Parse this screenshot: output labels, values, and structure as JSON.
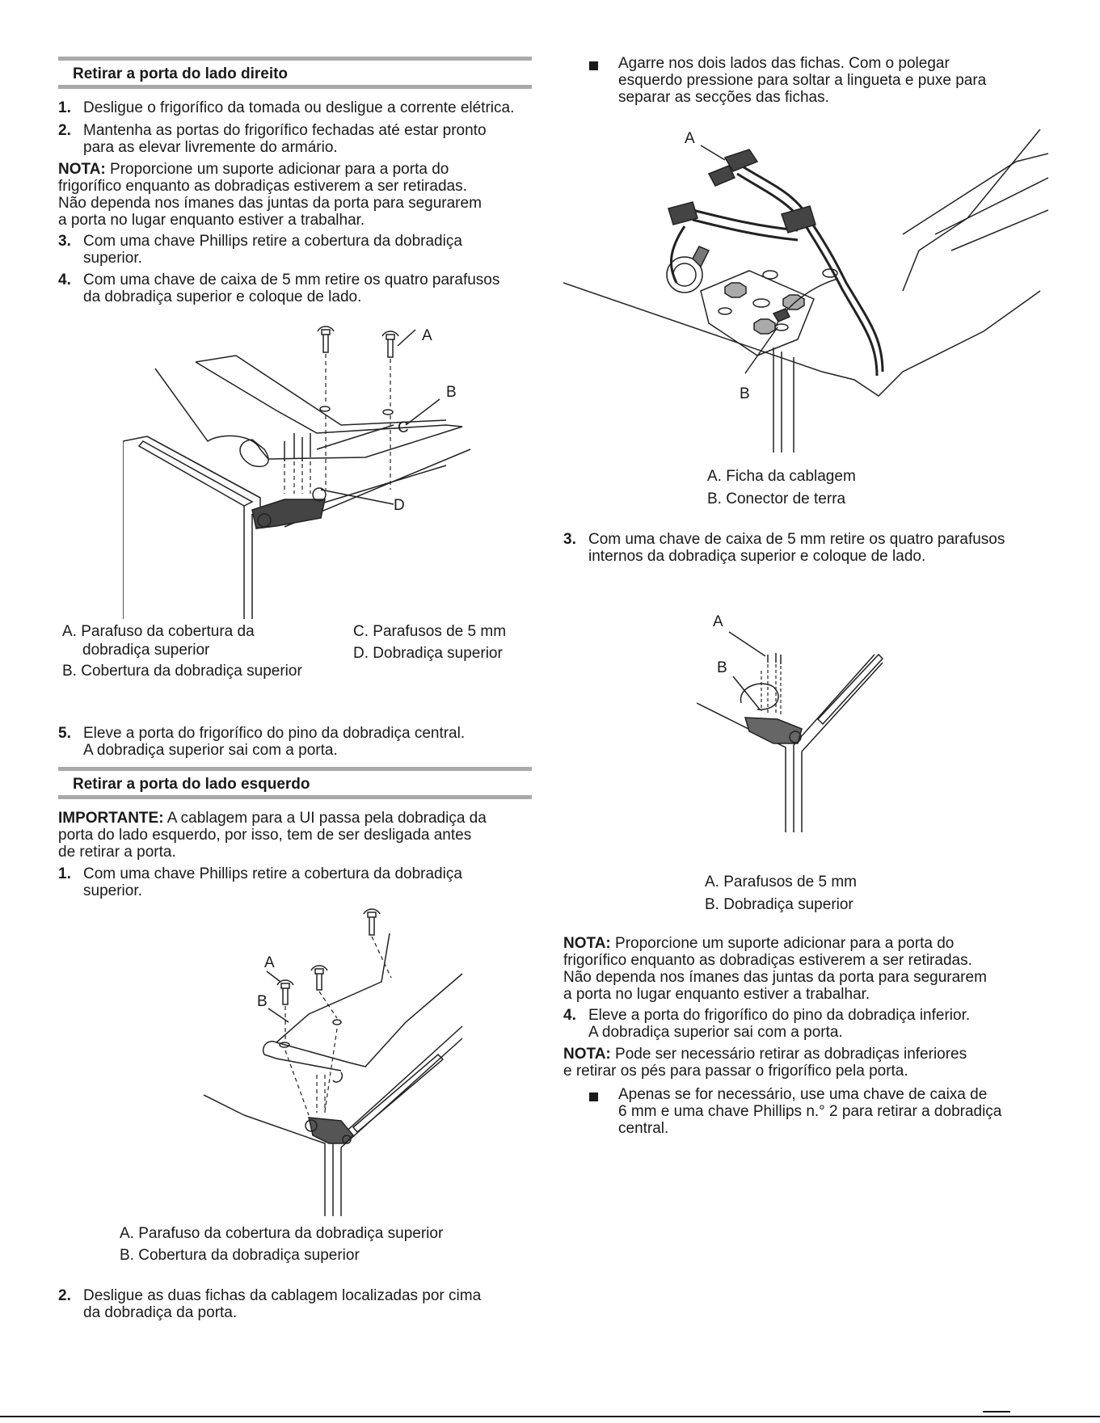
{
  "left": {
    "section1_title": "Retirar a porta do lado direito",
    "s1_step1_num": "1.",
    "s1_step1": "Desligue o frigorífico da tomada ou desligue a corrente elétrica.",
    "s1_step2_num": "2.",
    "s1_step2_l1": "Mantenha as portas do frigorífico fechadas até estar pronto",
    "s1_step2_l2": "para as elevar livremente do armário.",
    "note1_label": "NOTA:",
    "note1_l1": " Proporcione um suporte adicionar para a porta do",
    "note1_l2": "frigorífico enquanto as dobradiças estiverem a ser retiradas.",
    "note1_l3": "Não dependa nos ímanes das juntas da porta para segurarem",
    "note1_l4": "a porta no lugar enquanto estiver a trabalhar.",
    "s1_step3_num": "3.",
    "s1_step3_l1": "Com uma chave Phillips retire a cobertura da dobradiça",
    "s1_step3_l2": "superior.",
    "s1_step4_num": "4.",
    "s1_step4_l1": "Com uma chave de caixa de 5 mm retire os quatro parafusos",
    "s1_step4_l2": "da dobradiça superior e coloque de lado.",
    "fig1_labels": {
      "a": "A",
      "b": "B",
      "c": "C",
      "d": "D"
    },
    "fig1_captions": {
      "a_l1": "A. Parafuso da cobertura da",
      "a_l2": "dobradiça superior",
      "b": "B. Cobertura da dobradiça superior",
      "c": "C. Parafusos de 5 mm",
      "d": "D. Dobradiça superior"
    },
    "s1_step5_num": "5.",
    "s1_step5_l1": "Eleve a porta do frigorífico do pino da dobradiça central.",
    "s1_step5_l2": "A dobradiça superior sai com a porta.",
    "section2_title": "Retirar a porta do lado esquerdo",
    "important_label": "IMPORTANTE:",
    "important_l1": " A cablagem para a UI passa pela dobradiça da",
    "important_l2": "porta do lado esquerdo, por isso, tem de ser desligada antes",
    "important_l3": "de retirar a porta.",
    "s2_step1_num": "1.",
    "s2_step1_l1": "Com uma chave Phillips retire a cobertura da dobradiça",
    "s2_step1_l2": "superior.",
    "fig2_labels": {
      "a": "A",
      "b": "B"
    },
    "fig2_captions": {
      "a": "A. Parafuso da cobertura da dobradiça superior",
      "b": "B. Cobertura da dobradiça superior"
    },
    "s2_step2_num": "2.",
    "s2_step2_l1": "Desligue as duas fichas da cablagem localizadas por cima",
    "s2_step2_l2": "da dobradiça da porta."
  },
  "right": {
    "bullet1_l1": "Agarre nos dois lados das fichas. Com o polegar",
    "bullet1_l2": "esquerdo pressione para soltar a lingueta e puxe para",
    "bullet1_l3": "separar as secções das fichas.",
    "fig3_labels": {
      "a": "A",
      "b": "B"
    },
    "fig3_captions": {
      "a": "A. Ficha da cablagem",
      "b": "B. Conector de terra"
    },
    "step3_num": "3.",
    "step3_l1": "Com uma chave de caixa de 5 mm retire os quatro parafusos",
    "step3_l2": "internos da dobradiça superior e coloque de lado.",
    "fig4_labels": {
      "a": "A",
      "b": "B"
    },
    "fig4_captions": {
      "a": "A. Parafusos de 5 mm",
      "b": "B. Dobradiça superior"
    },
    "note2_label": "NOTA:",
    "note2_l1": " Proporcione um suporte adicionar para a porta do",
    "note2_l2": "frigorífico enquanto as dobradiças estiverem a ser retiradas.",
    "note2_l3": "Não dependa nos ímanes das juntas da porta para segurarem",
    "note2_l4": "a porta no lugar enquanto estiver a trabalhar.",
    "step4_num": "4.",
    "step4_l1": "Eleve a porta do frigorífico do pino da dobradiça inferior.",
    "step4_l2": "A dobradiça superior sai com a porta.",
    "note3_label": "NOTA:",
    "note3_l1": " Pode ser necessário retirar as dobradiças inferiores",
    "note3_l2": "e retirar os pés para passar o frigorífico pela porta.",
    "bullet2_l1": "Apenas se for necessário, use uma chave de caixa de",
    "bullet2_l2": "6 mm e uma chave Phillips n.° 2 para retirar a dobradiça",
    "bullet2_l3": "central."
  }
}
